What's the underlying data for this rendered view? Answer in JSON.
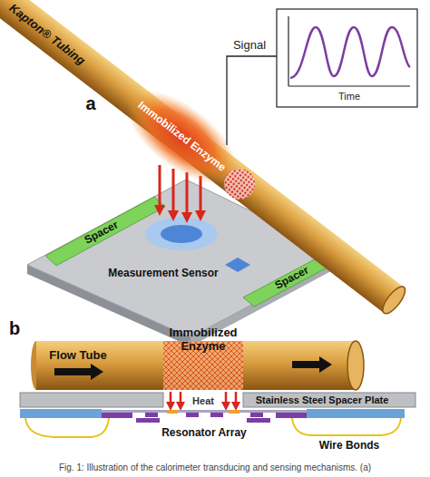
{
  "diagram": {
    "caption": "Fig. 1: Illustration of the calorimeter transducing and sensing mechanisms. (a)",
    "labels": [
      "Kapton® Tubing",
      "a",
      "Signal",
      "Time",
      "Spacer",
      "Immobilized Enzyme",
      "Measurement Sensor",
      "Spacer",
      "b",
      "Immobilized Enzyme",
      "Flow Tube",
      "Heat",
      "Stainless Steel Spacer Plate",
      "Resonator Array",
      "Wire Bonds"
    ]
  }
}
